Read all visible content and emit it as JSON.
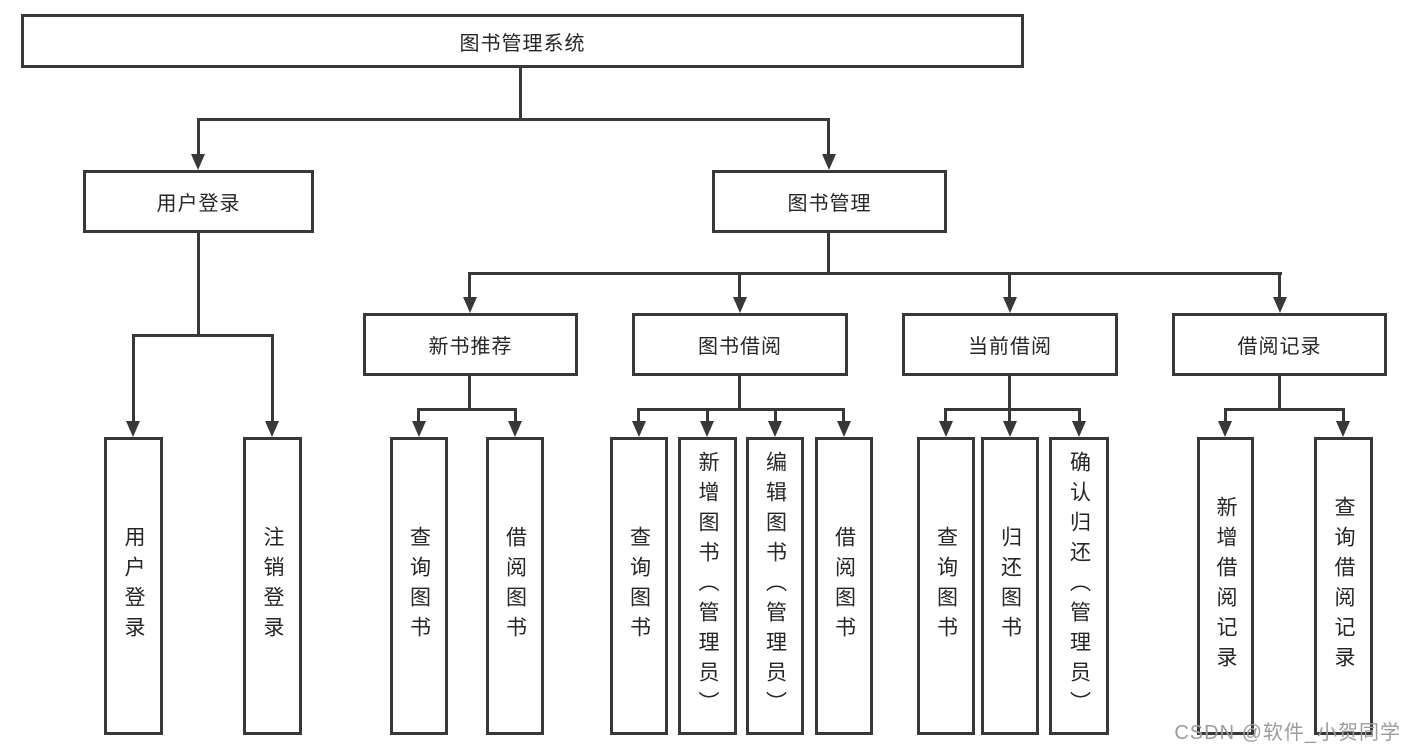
{
  "colors": {
    "line": "#383838",
    "text": "#262626",
    "watermark": "#9c9c9c",
    "background": "#ffffff"
  },
  "diagram": {
    "root": "图书管理系统",
    "branches": [
      {
        "label": "用户登录",
        "children": [
          "用户登录",
          "注销登录"
        ]
      },
      {
        "label": "图书管理",
        "children": [
          {
            "label": "新书推荐",
            "children": [
              "查询图书",
              "借阅图书"
            ]
          },
          {
            "label": "图书借阅",
            "children": [
              "查询图书",
              "新增图书（管理员）",
              "编辑图书（管理员）",
              "借阅图书"
            ]
          },
          {
            "label": "当前借阅",
            "children": [
              "查询图书",
              "归还图书",
              "确认归还（管理员）"
            ]
          },
          {
            "label": "借阅记录",
            "children": [
              "新增借阅记录",
              "查询借阅记录"
            ]
          }
        ]
      }
    ]
  },
  "watermark": {
    "text": "CSDN @软件_小贺同学"
  }
}
